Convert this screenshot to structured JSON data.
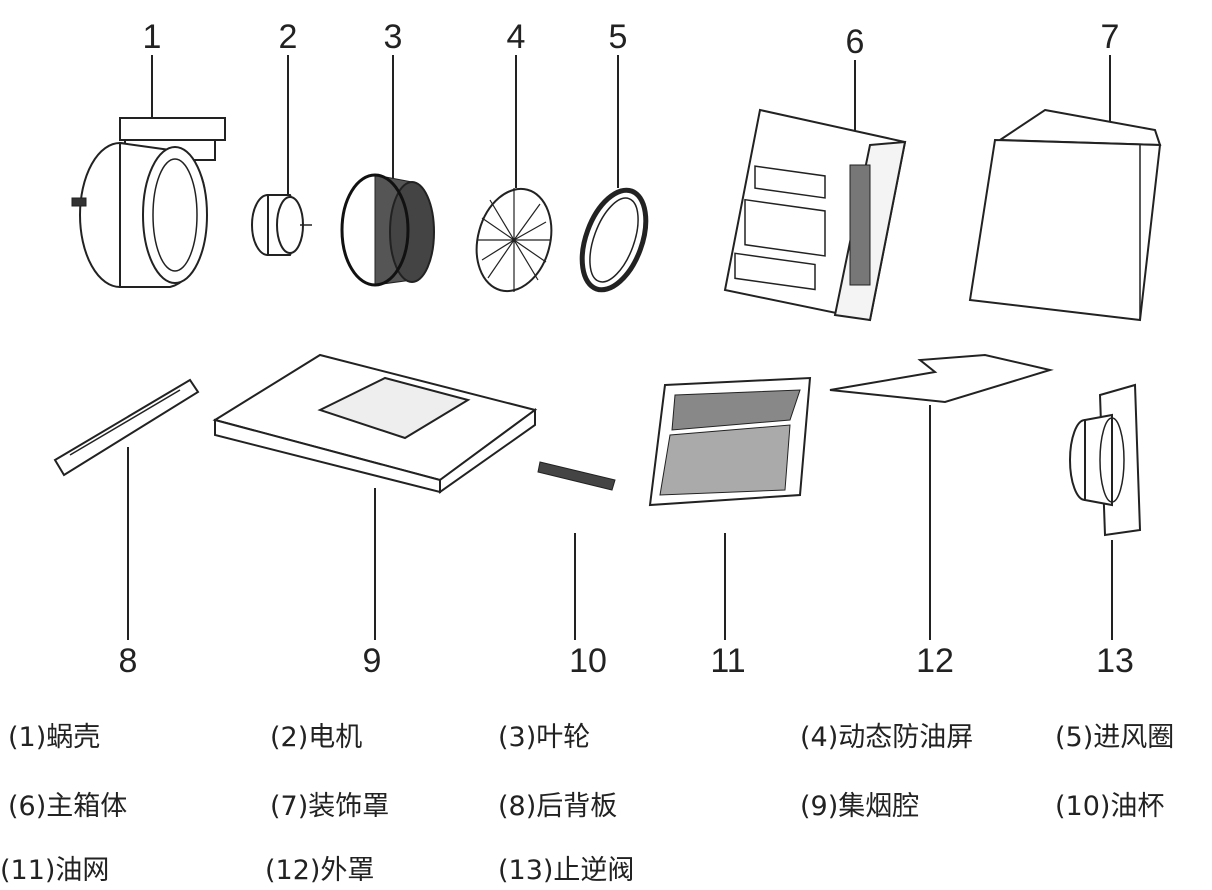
{
  "callouts": [
    "1",
    "2",
    "3",
    "4",
    "5",
    "6",
    "7",
    "8",
    "9",
    "10",
    "11",
    "12",
    "13"
  ],
  "legend": [
    "(1)蜗壳",
    "(2)电机",
    "(3)叶轮",
    "(4)动态防油屏",
    "(5)进风圈",
    "(6)主箱体",
    "(7)装饰罩",
    "(8)后背板",
    "(9)集烟腔",
    "(10)油杯",
    "(11)油网",
    "(12)外罩",
    "(13)止逆阀"
  ]
}
